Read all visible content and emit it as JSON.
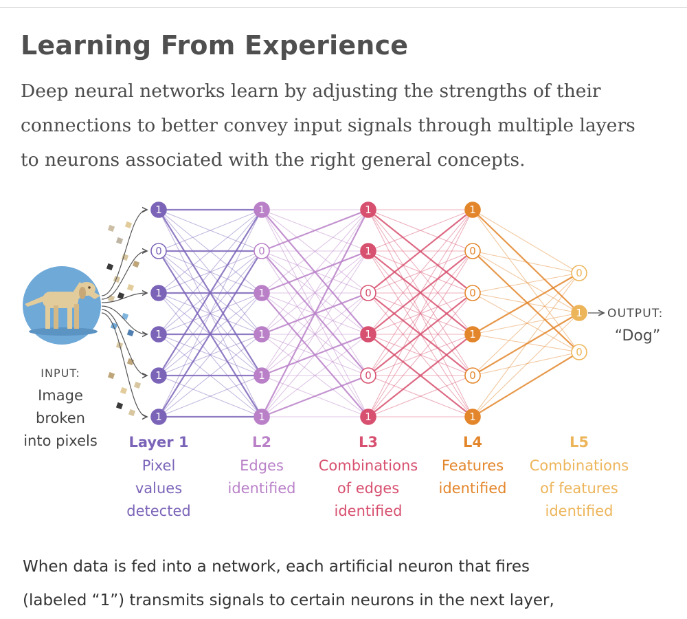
{
  "title": "Learning From Experience",
  "intro": "Deep neural networks learn by adjusting the strengths of their connections to better convey input signals through multiple layers to neurons associated with the right general concepts.",
  "input_label": {
    "heading": "INPUT:",
    "lines": [
      "Image",
      "broken",
      "into pixels"
    ]
  },
  "output_label": {
    "heading": "OUTPUT:",
    "value": "“Dog”"
  },
  "layers": [
    {
      "short": "Layer 1",
      "desc": [
        "Pixel",
        "values",
        "detected"
      ],
      "color": "#7b64b8",
      "neurons": [
        1,
        0,
        1,
        1,
        1,
        1
      ]
    },
    {
      "short": "L2",
      "desc": [
        "Edges",
        "identified"
      ],
      "color": "#b980c8",
      "neurons": [
        1,
        0,
        1,
        1,
        1,
        1
      ]
    },
    {
      "short": "L3",
      "desc": [
        "Combinations",
        "of edges",
        "identified"
      ],
      "color": "#d7506f",
      "neurons": [
        1,
        1,
        0,
        1,
        0,
        1
      ]
    },
    {
      "short": "L4",
      "desc": [
        "Features",
        "identified"
      ],
      "color": "#e3862b",
      "neurons": [
        1,
        0,
        0,
        1,
        0,
        1
      ]
    },
    {
      "short": "L5",
      "desc": [
        "Combinations",
        "of features",
        "identified"
      ],
      "color": "#edb55a",
      "neurons": [
        0,
        1,
        0
      ]
    }
  ],
  "bottom_text": [
    "When data is fed into a network, each artificial neuron that fires",
    "(labeled “1”) transmits signals to certain neurons in the next layer,"
  ]
}
